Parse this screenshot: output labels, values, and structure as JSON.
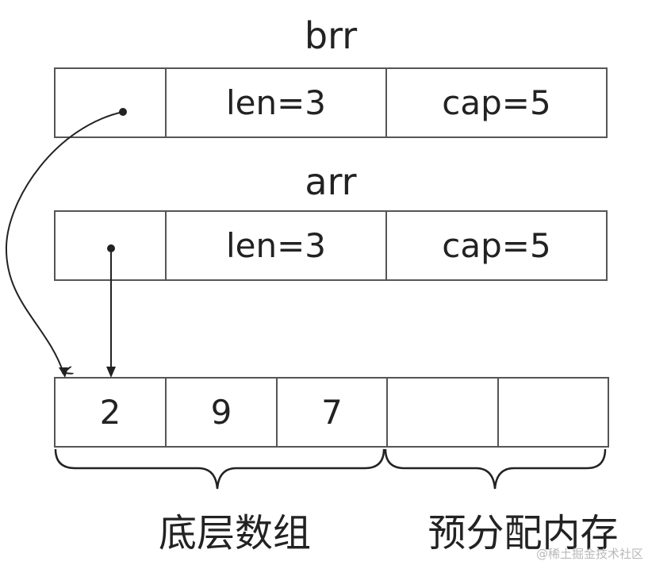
{
  "brr": {
    "name": "brr",
    "ptr": "",
    "len": "len=3",
    "cap": "cap=5"
  },
  "arr": {
    "name": "arr",
    "ptr": "",
    "len": "len=3",
    "cap": "cap=5"
  },
  "array": {
    "cells": [
      "2",
      "9",
      "7",
      "",
      ""
    ]
  },
  "labels": {
    "underlying": "底层数组",
    "prealloc": "预分配内存"
  },
  "watermark": "@稀土掘金技术社区"
}
